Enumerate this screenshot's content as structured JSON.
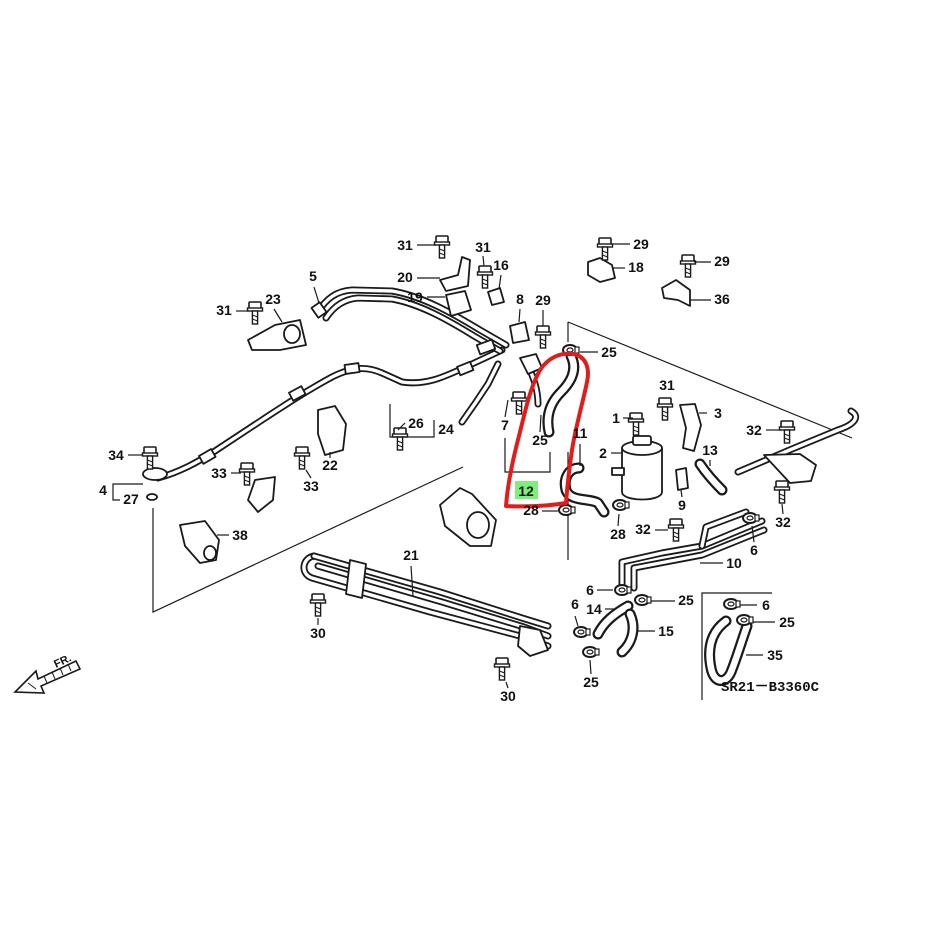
{
  "diagram": {
    "callouts": [
      "31",
      "20",
      "19",
      "31",
      "16",
      "8",
      "29",
      "29",
      "18",
      "29",
      "36",
      "5",
      "23",
      "31",
      "25",
      "26",
      "24",
      "7",
      "25",
      "11",
      "1",
      "3",
      "31",
      "2",
      "13",
      "9",
      "32",
      "34",
      "33",
      "22",
      "33",
      "4",
      "27",
      "38",
      "28",
      "28",
      "32",
      "6",
      "10",
      "32",
      "21",
      "6",
      "25",
      "6",
      "14",
      "15",
      "30",
      "30",
      "25",
      "6",
      "25",
      "35"
    ],
    "highlighted_part": "12",
    "drawing_code": "SR21－B3360C",
    "direction_label": "FR."
  },
  "colors": {
    "highlight_outline": "#e41b1b",
    "highlight_label": "#7df07a",
    "line": "#1a1a1a"
  }
}
